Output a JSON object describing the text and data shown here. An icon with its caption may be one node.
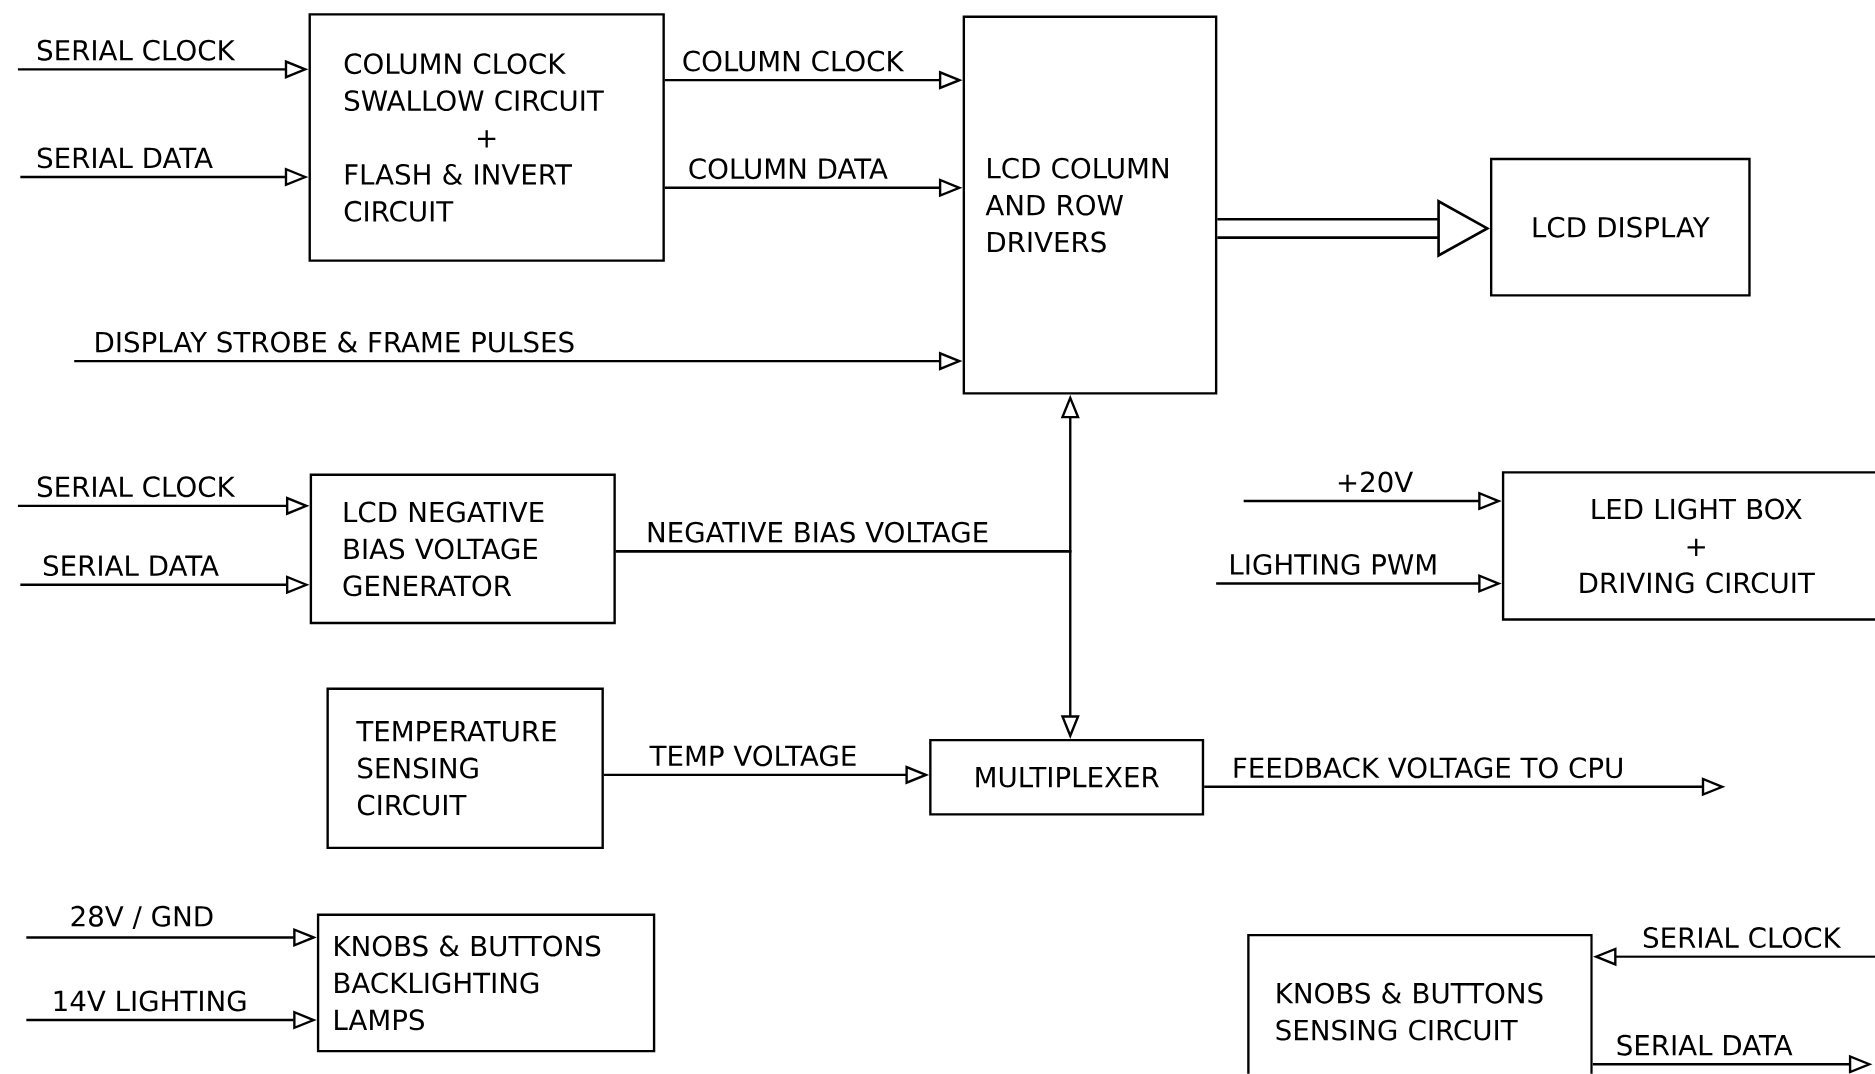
{
  "diagram": {
    "nodes": [
      {
        "text": [
          "COLUMN CLOCK SWALLOW CIRCUIT",
          "+",
          "FLASH & INVERT CIRCUIT"
        ]
      },
      {
        "text": [
          "LCD COLUMN AND ROW DRIVERS"
        ]
      },
      {
        "text": [
          "LCD DISPLAY"
        ]
      },
      {
        "text": [
          "LCD NEGATIVE BIAS VOLTAGE GENERATOR"
        ]
      },
      {
        "text": [
          "TEMPERATURE SENSING CIRCUIT"
        ]
      },
      {
        "text": [
          "MULTIPLEXER"
        ]
      },
      {
        "text": [
          "LED LIGHT BOX",
          "+",
          "DRIVING CIRCUIT"
        ]
      },
      {
        "text": [
          "KNOBS & BUTTONS BACKLIGHTING LAMPS"
        ]
      },
      {
        "text": [
          "KNOBS & BUTTONS SENSING CIRCUIT"
        ]
      }
    ],
    "edges": [
      {
        "from": null,
        "to": 0,
        "arrow": "to",
        "label": "SERIAL CLOCK"
      },
      {
        "from": null,
        "to": 0,
        "arrow": "to",
        "label": "SERIAL DATA"
      },
      {
        "from": 0,
        "to": 1,
        "arrow": "to",
        "label": "COLUMN CLOCK"
      },
      {
        "from": 0,
        "to": 1,
        "arrow": "to",
        "label": "COLUMN DATA"
      },
      {
        "from": 1,
        "to": 2,
        "arrow": "to",
        "style": "thick"
      },
      {
        "from": null,
        "to": 1,
        "arrow": "to",
        "label": "DISPLAY STROBE & FRAME PULSES"
      },
      {
        "from": null,
        "to": 3,
        "arrow": "to",
        "label": "SERIAL CLOCK"
      },
      {
        "from": null,
        "to": 3,
        "arrow": "to",
        "label": "SERIAL DATA"
      },
      {
        "from": 3,
        "to": 1,
        "arrow": "to",
        "label": "NEGATIVE BIAS VOLTAGE"
      },
      {
        "from": 3,
        "to": 5,
        "arrow": "to"
      },
      {
        "from": 4,
        "to": 5,
        "arrow": "to",
        "label": "TEMP VOLTAGE"
      },
      {
        "from": 5,
        "to": null,
        "arrow": "to",
        "label": "FEEDBACK VOLTAGE TO CPU"
      },
      {
        "from": null,
        "to": 6,
        "arrow": "to",
        "label": "+20V"
      },
      {
        "from": null,
        "to": 6,
        "arrow": "to",
        "label": "LIGHTING PWM"
      },
      {
        "from": null,
        "to": 7,
        "arrow": "to",
        "label": "28V / GND"
      },
      {
        "from": null,
        "to": 7,
        "arrow": "to",
        "label": "14V LIGHTING"
      },
      {
        "from": null,
        "to": 8,
        "arrow": "to",
        "label": "SERIAL CLOCK"
      },
      {
        "from": 8,
        "to": null,
        "arrow": "to",
        "label": "SERIAL DATA"
      }
    ]
  }
}
